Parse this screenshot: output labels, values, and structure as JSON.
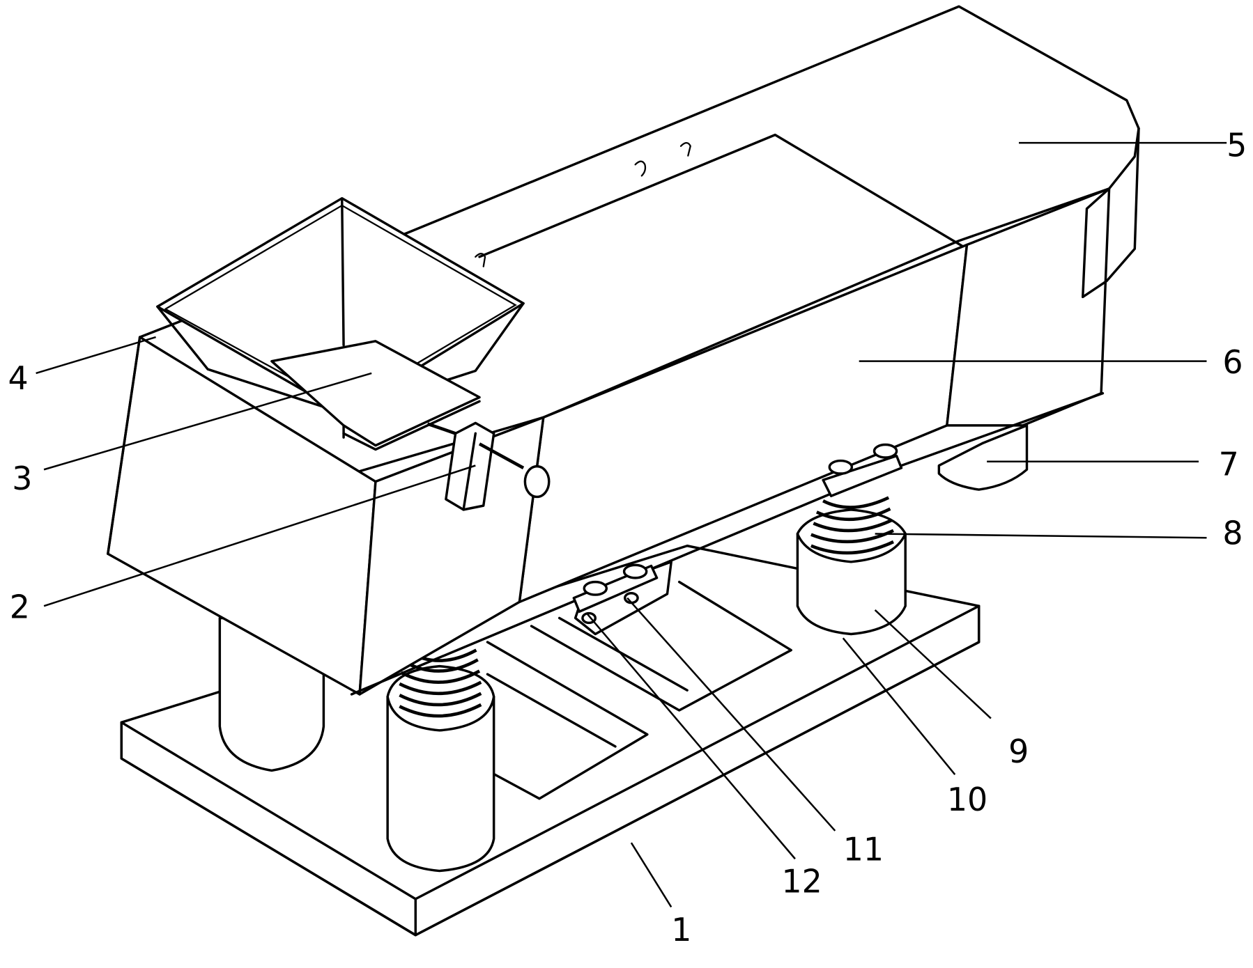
{
  "figure": {
    "type": "patent-isometric-drawing",
    "line_color": "#000000",
    "background": "#ffffff"
  },
  "callouts": [
    {
      "id": "1",
      "text": "1"
    },
    {
      "id": "2",
      "text": "2"
    },
    {
      "id": "3",
      "text": "3"
    },
    {
      "id": "4",
      "text": "4"
    },
    {
      "id": "5",
      "text": "5"
    },
    {
      "id": "6",
      "text": "6"
    },
    {
      "id": "7",
      "text": "7"
    },
    {
      "id": "8",
      "text": "8"
    },
    {
      "id": "9",
      "text": "9"
    },
    {
      "id": "10",
      "text": "10"
    },
    {
      "id": "11",
      "text": "11"
    },
    {
      "id": "12",
      "text": "12"
    }
  ]
}
